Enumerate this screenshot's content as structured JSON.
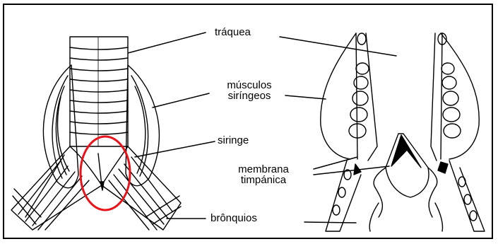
{
  "labels": {
    "traquea": "tráquea",
    "musculos_line1": "músculos",
    "musculos_line2": "siríngeos",
    "siringe": "siringe",
    "membrana_line1": "membrana",
    "membrana_line2": "timpánica",
    "bronquios": "brônquios"
  },
  "colors": {
    "highlight": "#e8141c",
    "ink": "#000000",
    "background": "#ffffff"
  }
}
